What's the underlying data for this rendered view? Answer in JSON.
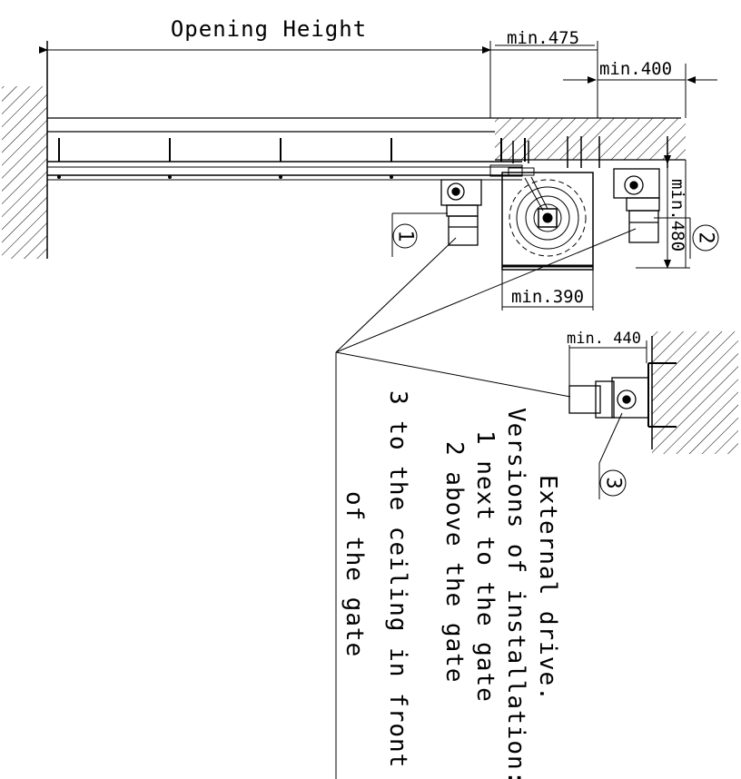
{
  "dimensions": {
    "opening_height": "Opening Height",
    "min_475": "min.475",
    "min_400": "min.400",
    "min_480": "min.480",
    "min_390": "min.390",
    "min_440": "min. 440"
  },
  "callouts": [
    "1",
    "2",
    "3"
  ],
  "note": {
    "line1": "External drive.",
    "line2": "Versions of installation:",
    "line3": "1 next to the gate",
    "line4": "2 above the gate",
    "line5": "3 to the ceiling in front",
    "line6": "of the gate"
  },
  "colors": {
    "line": "#000000",
    "background": "#ffffff"
  }
}
